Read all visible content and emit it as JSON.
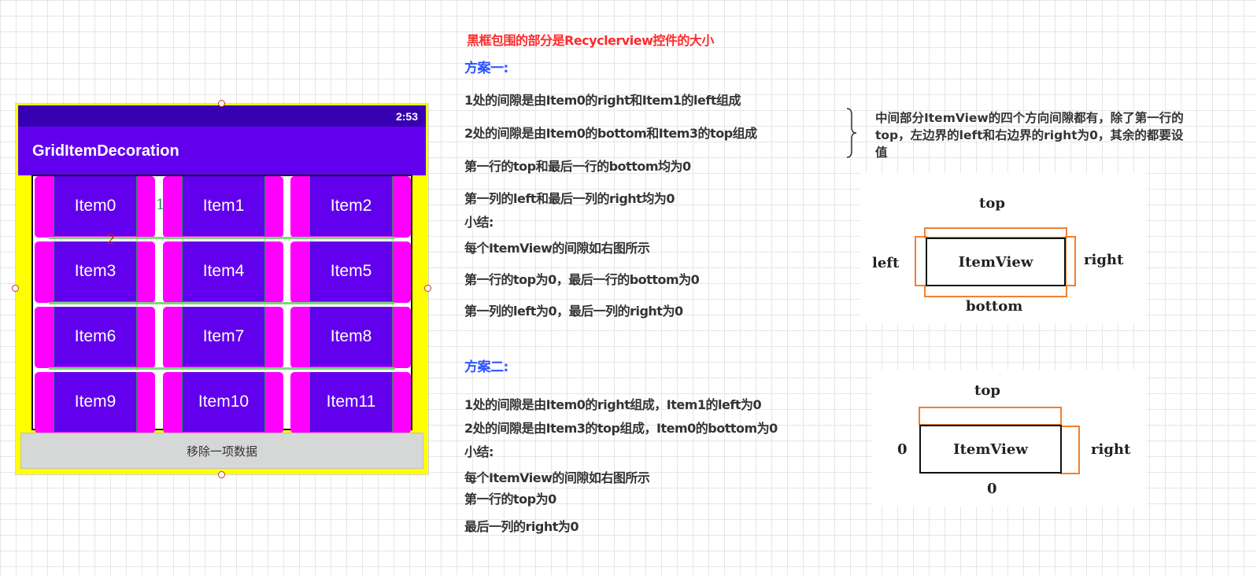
{
  "phone": {
    "status_time": "2:53",
    "app_title": "GridItemDecoration",
    "items": [
      "Item0",
      "Item1",
      "Item2",
      "Item3",
      "Item4",
      "Item5",
      "Item6",
      "Item7",
      "Item8",
      "Item9",
      "Item10",
      "Item11"
    ],
    "marker_1": "1",
    "marker_2": "2",
    "remove_button": "移除一项数据"
  },
  "colors": {
    "statusbar": "#3700b3",
    "appbar": "#6200ee",
    "decoration": "#ff00ff",
    "background": "#ffff00",
    "accent_red": "#ff2a2a",
    "accent_blue": "#2d55ff",
    "orange_box": "#f08030"
  },
  "text": {
    "headline": "黑框包围的部分是Recyclerview控件的大小",
    "scheme1": {
      "title": "方案一:",
      "lines": [
        "1处的间隙是由Item0的right和Item1的left组成",
        "2处的间隙是由Item0的bottom和Item3的top组成",
        "第一行的top和最后一行的bottom均为0",
        "第一列的left和最后一列的right均为0",
        "小结:",
        "每个ItemView的间隙如右图所示",
        "第一行的top为0，最后一行的bottom为0",
        "第一列的left为0，最后一列的right为0"
      ]
    },
    "scheme2": {
      "title": "方案二:",
      "lines": [
        "1处的间隙是由Item0的right组成，Item1的left为0",
        "2处的间隙是由Item3的top组成，Item0的bottom为0",
        "小结:",
        "每个ItemView的间隙如右图所示",
        "第一行的top为0",
        "最后一列的right为0"
      ]
    },
    "note": "中间部分ItemView的四个方向间隙都有，除了第一行的top，左边界的left和右边界的right为0，其余的都要设值"
  },
  "diagram1": {
    "top": "top",
    "left": "left",
    "right": "right",
    "bottom": "bottom",
    "center": "ItemView"
  },
  "diagram2": {
    "top": "top",
    "left": "0",
    "right": "right",
    "bottom": "0",
    "center": "ItemView"
  }
}
